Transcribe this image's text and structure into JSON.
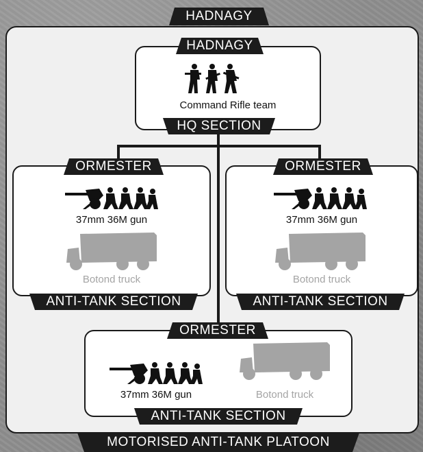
{
  "platoon": {
    "commander_tab": "HADNAGY",
    "title": "MOTORISED ANTI-TANK PLATOON"
  },
  "hq": {
    "commander": "HADNAGY",
    "team_label": "Command Rifle team",
    "section_label": "HQ SECTION",
    "icon": "rifle-team-icon"
  },
  "sections": [
    {
      "commander": "ORMESTER",
      "gun_label": "37mm 36M gun",
      "truck_label": "Botond truck",
      "section_label": "ANTI-TANK SECTION"
    },
    {
      "commander": "ORMESTER",
      "gun_label": "37mm 36M gun",
      "truck_label": "Botond truck",
      "section_label": "ANTI-TANK SECTION"
    },
    {
      "commander": "ORMESTER",
      "gun_label": "37mm 36M gun",
      "truck_label": "Botond truck",
      "section_label": "ANTI-TANK SECTION"
    }
  ],
  "icons": {
    "gun": "anti-tank-gun-crew-icon",
    "truck": "truck-icon"
  },
  "colors": {
    "tab": "#1c1c1c",
    "panel": "#f0f0f0",
    "optional": "#a4a4a4",
    "background": "#8f8f8f"
  }
}
